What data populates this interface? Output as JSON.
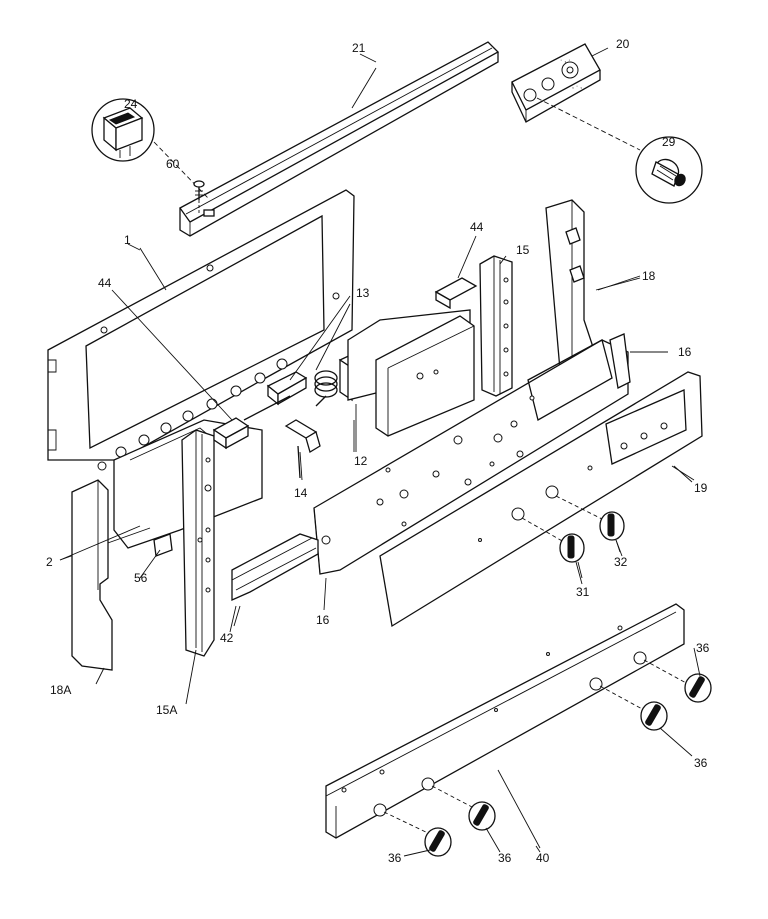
{
  "diagram": {
    "callouts": {
      "c21": "21",
      "c20": "20",
      "c24": "24",
      "c29": "29",
      "c60": "60",
      "c1": "1",
      "c44a": "44",
      "c44b": "44",
      "c15": "15",
      "c18": "18",
      "c13": "13",
      "c16a": "16",
      "c16b": "16",
      "c12": "12",
      "c14": "14",
      "c19": "19",
      "c2": "2",
      "c56": "56",
      "c42": "42",
      "c31": "31",
      "c32": "32",
      "c18a": "18A",
      "c15a": "15A",
      "c36a": "36",
      "c36b": "36",
      "c36c": "36",
      "c36d": "36",
      "c40": "40"
    }
  }
}
